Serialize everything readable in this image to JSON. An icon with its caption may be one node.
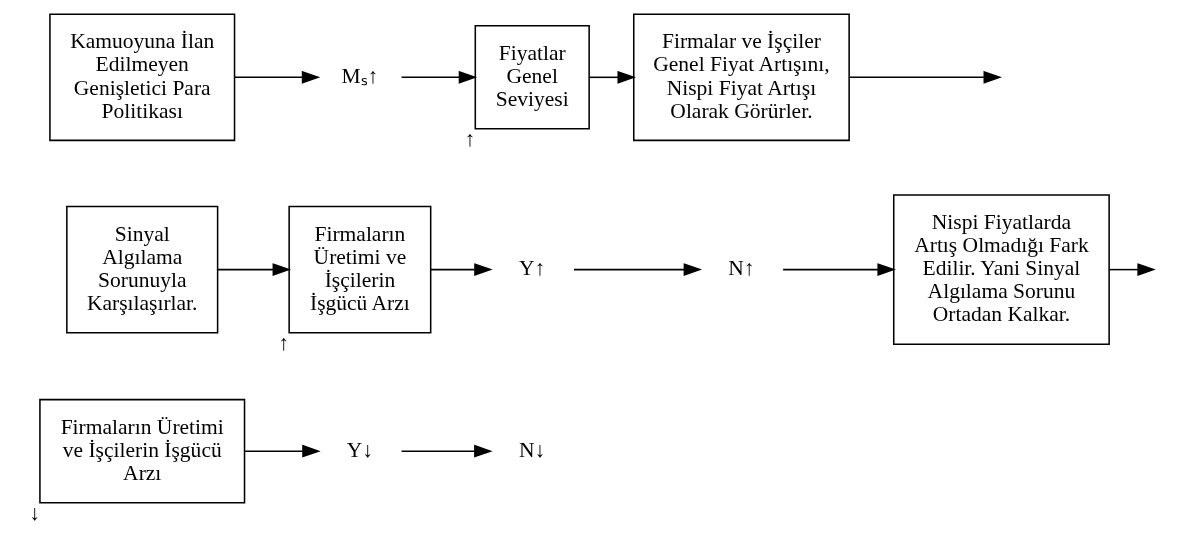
{
  "diagram": {
    "nodes": [
      {
        "text": [
          "Kamuoyuna İlan Edilmeyen Genişletici Para Politikası"
        ]
      },
      {
        "text": [
          "Mₛ↑"
        ]
      },
      {
        "text": [
          "Fiyatlar Genel Seviyesi"
        ],
        "beside": [
          "↑"
        ]
      },
      {
        "text": [
          "Firmalar ve İşçiler Genel Fiyat Artışını, Nispi Fiyat Artışı Olarak Görürler."
        ]
      },
      {
        "text": [
          "Sinyal Algılama Sorunuyla Karşılaşırlar."
        ]
      },
      {
        "text": [
          "Firmaların Üretimi ve İşçilerin İşgücü Arzı"
        ],
        "beside": [
          "↑"
        ]
      },
      {
        "text": [
          "Y↑"
        ]
      },
      {
        "text": [
          "N↑"
        ]
      },
      {
        "text": [
          "Nispi Fiyatlarda Artış Olmadığı Fark Edilir. Yani Sinyal Algılama Sorunu Ortadan Kalkar."
        ]
      },
      {
        "text": [
          "Firmaların Üretimi ve İşçilerin İşgücü Arzı"
        ],
        "beside": [
          "↓"
        ]
      },
      {
        "text": [
          "Y↓"
        ]
      },
      {
        "text": [
          "N↓"
        ]
      }
    ],
    "edges": [
      {
        "from": 0,
        "to": 1,
        "arrow": "to"
      },
      {
        "from": 1,
        "to": 2,
        "arrow": "to"
      },
      {
        "from": 2,
        "to": 3,
        "arrow": "to"
      },
      {
        "from": 3,
        "to": null,
        "arrow": "to"
      },
      {
        "from": 4,
        "to": 5,
        "arrow": "to"
      },
      {
        "from": 5,
        "to": 6,
        "arrow": "to"
      },
      {
        "from": 6,
        "to": 7,
        "arrow": "to"
      },
      {
        "from": 7,
        "to": 8,
        "arrow": "to"
      },
      {
        "from": 8,
        "to": null,
        "arrow": "to"
      },
      {
        "from": 9,
        "to": 10,
        "arrow": "to"
      },
      {
        "from": 10,
        "to": 11,
        "arrow": "to"
      }
    ]
  }
}
